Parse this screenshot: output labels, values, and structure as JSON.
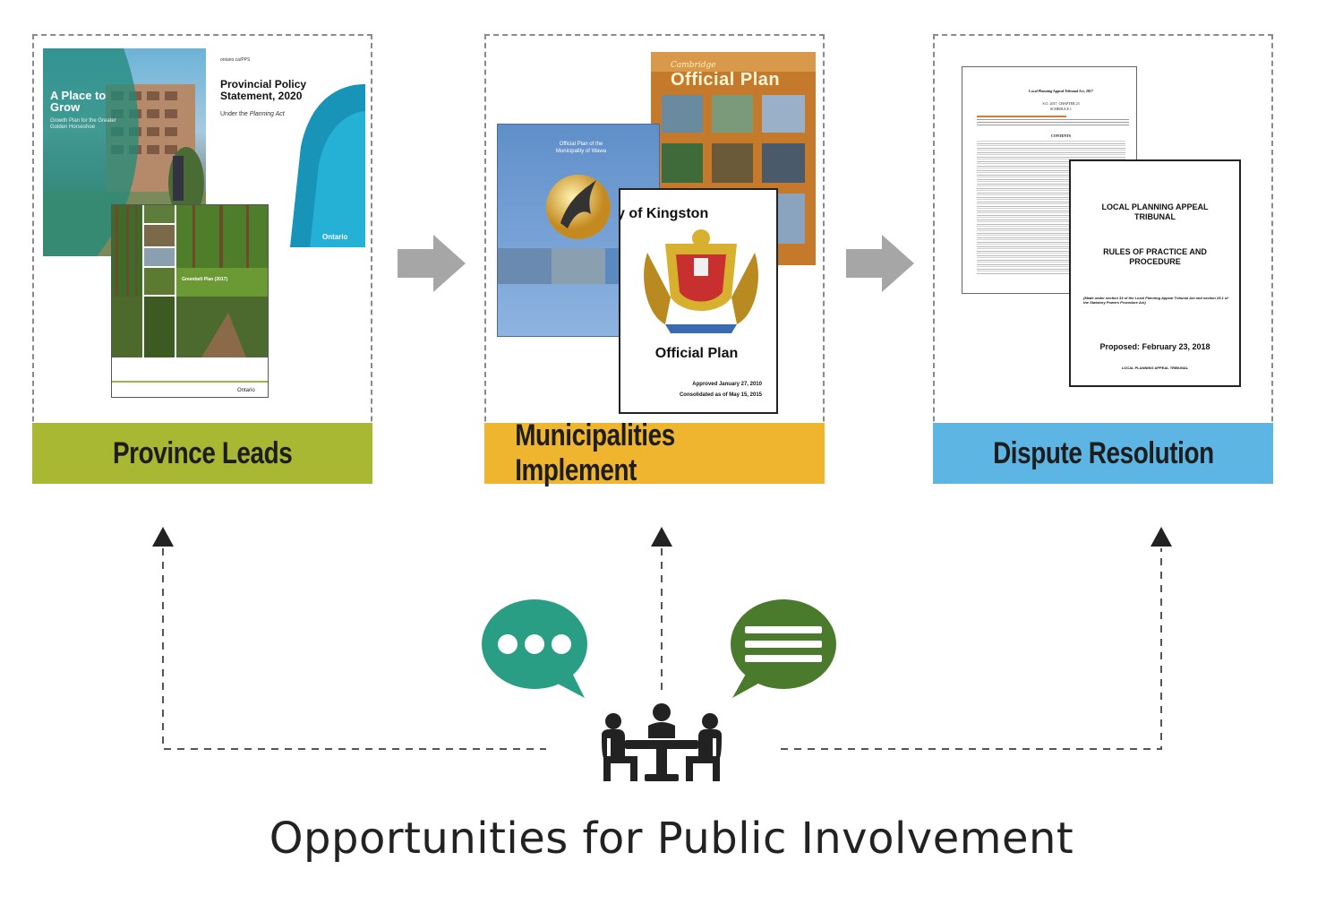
{
  "panels": [
    {
      "label": "Province Leads",
      "color": "#a8b832",
      "docs": {
        "place_to_grow": {
          "title": "A Place to Grow",
          "subtitle": "Growth Plan for the Greater Golden Horseshoe"
        },
        "pps": {
          "url": "ontario.ca/PPS",
          "title": "Provincial Policy Statement, 2020",
          "subtitle_pre": "Under the ",
          "subtitle_em": "Planning Act",
          "brand": "Ontario"
        },
        "greenbelt": {
          "title": "Greenbelt Plan (2017)",
          "brand": "Ontario"
        }
      }
    },
    {
      "label": "Municipalities Implement",
      "color": "#f0b52e",
      "docs": {
        "cambridge": {
          "script": "Cambridge",
          "title": "Official Plan"
        },
        "wawa": {
          "title": "Official Plan of the Municipality of Wawa"
        },
        "kingston": {
          "header": "y of Kingston",
          "title": "Official Plan",
          "approved": "Approved January 27, 2010",
          "consolidated": "Consolidated as of May 15, 2015"
        }
      }
    },
    {
      "label": "Dispute Resolution",
      "color": "#5db5e4",
      "docs": {
        "act": {
          "title": "Local Planning Appeal Tribunal Act, 2017",
          "chapter": "S.O. 2017, CHAPTER 23",
          "schedule": "SCHEDULE 1",
          "contents": "CONTENTS"
        },
        "rules": {
          "line1": "LOCAL PLANNING APPEAL TRIBUNAL",
          "line2": "RULES OF PRACTICE AND PROCEDURE",
          "note": "(Made under section 33 of the Local Planning Appeal Tribunal Act and section 25.1 of the Statutory Powers Procedure Act)",
          "proposed": "Proposed:  February 23, 2018",
          "footer": "LOCAL PLANNING APPEAL TRIBUNAL"
        }
      }
    }
  ],
  "icons": {
    "chat_left": {
      "name": "speech-bubble-dots-icon",
      "color": "#2a9d85"
    },
    "chat_right": {
      "name": "speech-bubble-lines-icon",
      "color": "#4a7a2c"
    },
    "meeting": {
      "name": "meeting-table-icon",
      "color": "#222222"
    }
  },
  "caption": "Opportunities for Public Involvement"
}
